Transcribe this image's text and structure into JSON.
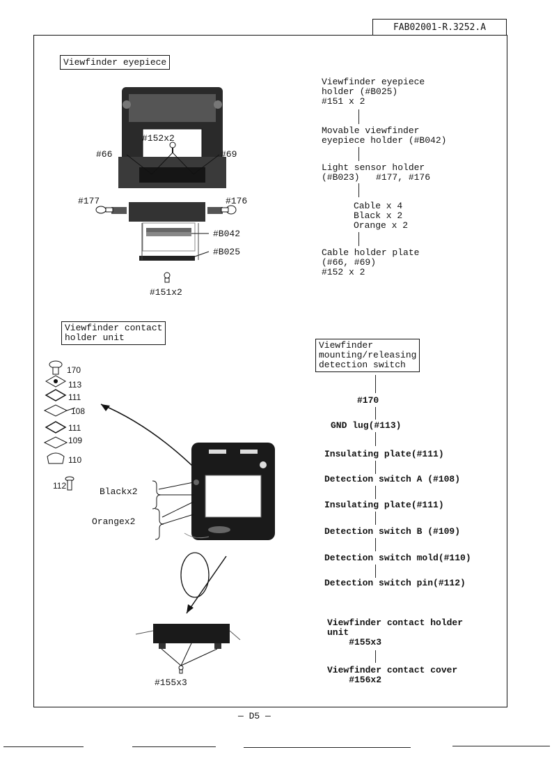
{
  "doc_id": "FAB02001-R.3252.A",
  "page_number": "— D5 —",
  "section1": {
    "title": "Viewfinder eyepiece",
    "callouts": {
      "c152": "#152x2",
      "c66": "#66",
      "c69": "#69",
      "c177": "#177",
      "c176": "#176",
      "cB042": "#B042",
      "cB025": "#B025",
      "c151": "#151x2"
    },
    "steps": [
      "Viewfinder eyepiece\nholder (#B025)\n#151 x 2",
      "Movable viewfinder\neyepiece holder (#B042)",
      "Light sensor holder\n(#B023)   #177, #176",
      "Cable x 4\nBlack x 2\nOrange x 2",
      "Cable holder plate\n(#66, #69)\n#152 x 2"
    ]
  },
  "section2": {
    "title": "Viewfinder contact\nholder unit",
    "parts": {
      "p170": "170",
      "p113": "113",
      "p111a": "111",
      "p108": "108",
      "p111b": "111",
      "p109": "109",
      "p110": "110",
      "p112": "112"
    },
    "wire_labels": {
      "black": "Blackx2",
      "orange": "Orangex2"
    },
    "screw_label": "#155x3",
    "switch_title": "Viewfinder\nmounting/releasing\ndetection switch",
    "steps": [
      "#170",
      "GND lug(#113)",
      "Insulating plate(#111)",
      "Detection switch A (#108)",
      "Insulating plate(#111)",
      "Detection switch B (#109)",
      "Detection switch mold(#110)",
      "Detection switch pin(#112)"
    ],
    "unit_steps": [
      "Viewfinder contact holder\nunit\n    #155x3",
      "Viewfinder contact cover\n    #156x2"
    ]
  }
}
